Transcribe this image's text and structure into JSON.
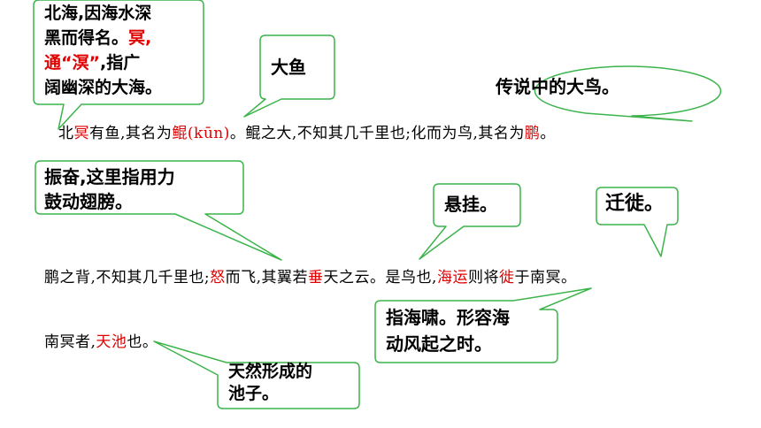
{
  "colors": {
    "bubble_stroke": "#3cb44b",
    "highlight": "#e00000",
    "text": "#000000"
  },
  "notes": {
    "beihai": {
      "line1": "北海,因海水深",
      "line2": "黑而得名。",
      "line2_red": "冥,",
      "line3_red": "通“溟”",
      "line3": ",指广",
      "line4": "阔幽深的大海。"
    },
    "dayu": "大鱼",
    "dapeng": "传说中的大鸟。",
    "fen": {
      "line1": "振奋,这里指用力",
      "line2": "鼓动翅膀。"
    },
    "xuangua": "悬挂。",
    "qianxi": "迁徙。",
    "haixiao": {
      "line1": "指海啸。形容海",
      "line2": "动风起之时。"
    },
    "tianran": {
      "line1": "天然形成的",
      "line2": "池子。"
    }
  },
  "text": {
    "line1": {
      "p1": "北",
      "r1": "冥",
      "p2": "有鱼,其名为",
      "r2": "鲲(kūn)",
      "p3": "。鲲之大,不知其几千里也;化而为鸟,其名为",
      "r3": "鹏",
      "p4": "。"
    },
    "line2": {
      "p1": "鹏之背,不知其几千里也;",
      "r1": "怒",
      "p2": "而飞,其翼若",
      "r2": "垂",
      "p3": "天之云。是鸟也,",
      "r3": "海运",
      "p4": "则将",
      "r4": "徙",
      "p5": "于南冥。"
    },
    "line3": {
      "p1": "南冥者,",
      "r1": "天池",
      "p2": "也。"
    }
  }
}
